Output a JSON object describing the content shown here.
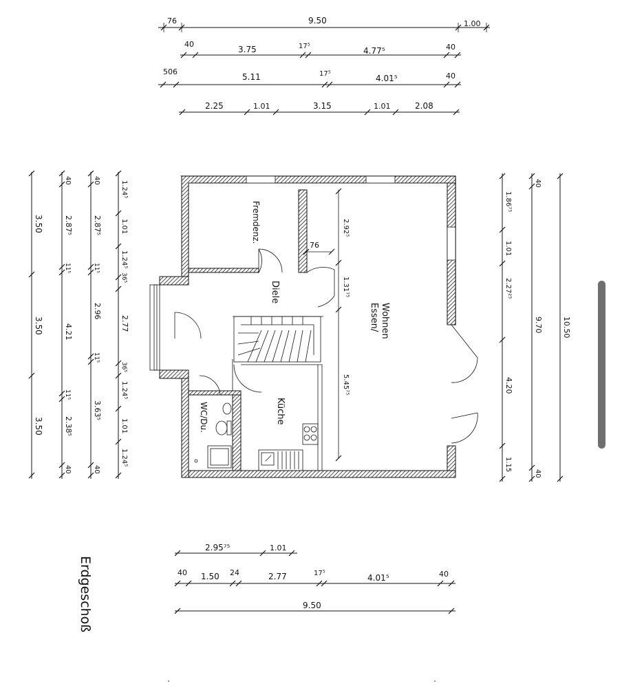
{
  "drawing": {
    "title": "Erdgeschoß",
    "rooms": {
      "guest": "Fremdenz.",
      "hall": "Diele",
      "living": "Essen/\nWohnen",
      "kitchen": "Küche",
      "wc": "WC/Du."
    },
    "inner_dims": {
      "door_width": "76",
      "living_a": "2.92⁵",
      "living_b": "1.31⁷⁵",
      "living_c": "5.45⁷⁵"
    },
    "top_dims": {
      "row1": [
        "76",
        "9.50",
        "1.00"
      ],
      "row2": [
        "40",
        "3.75",
        "17⁵",
        "4.77⁵",
        "40"
      ],
      "row3": [
        "506",
        "5.11",
        "17⁵",
        "4.01⁵",
        "40"
      ],
      "row4": [
        "2.25",
        "1.01",
        "3.15",
        "1.01",
        "2.08"
      ]
    },
    "bottom_dims": {
      "row1": [
        "2.95⁷⁵",
        "1.01"
      ],
      "row2": [
        "40",
        "1.50",
        "24",
        "2.77",
        "17⁵",
        "4.01⁵",
        "40"
      ],
      "row3": [
        "9.50"
      ]
    },
    "left_dims": {
      "col1": [
        "3.50",
        "3.50",
        "3.50"
      ],
      "col2": [
        "40",
        "2.87⁵",
        "11⁵",
        "4.21",
        "11⁵",
        "2.38⁵",
        "40"
      ],
      "col3": [
        "40",
        "2.87⁵",
        "11⁵",
        "2.96",
        "11⁵",
        "3.63⁵",
        "40"
      ],
      "col4": [
        "1.24⁵",
        "1.01",
        "1.24⁵",
        "36⁵",
        "2.77",
        "36⁵",
        "1.24⁵",
        "1.01",
        "1.24⁵"
      ]
    },
    "right_dims": {
      "col1": [
        "1.86⁷⁵",
        "1.01",
        "2.27²⁵",
        "4.20",
        "1.15"
      ],
      "col2": [
        "40",
        "9.70",
        "40"
      ],
      "col3": [
        "10.50"
      ]
    }
  }
}
